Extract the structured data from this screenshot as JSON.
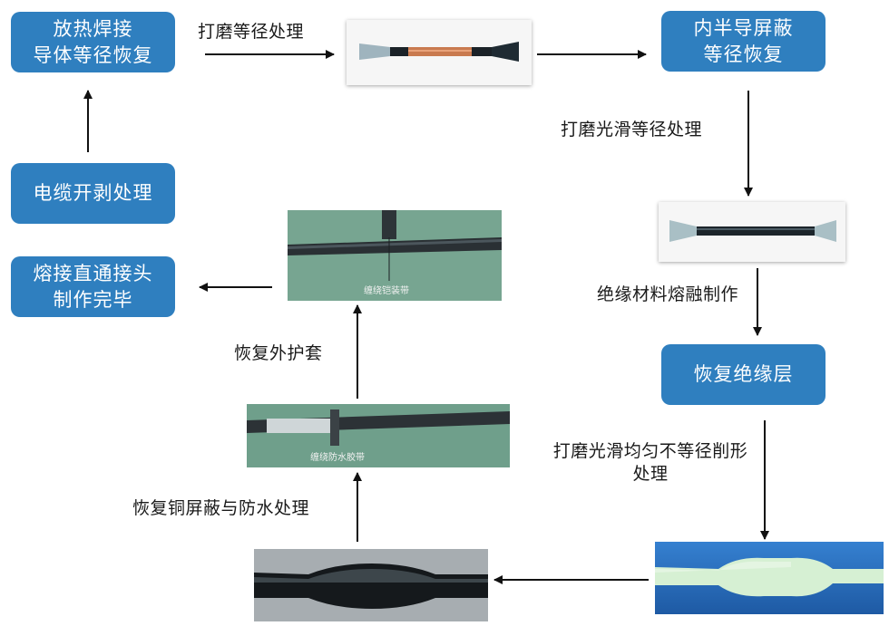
{
  "boxes": {
    "weld": "放热焊接\n导体等径恢复",
    "strip": "电缆开剥处理",
    "done": "熔接直通接头\n制作完毕",
    "semi": "内半导屏蔽\n等径恢复",
    "insul": "恢复绝缘层"
  },
  "steps": {
    "grind_equal": "打磨等径处理",
    "polish_equal": "打磨光滑等径处理",
    "melt": "绝缘材料熔融制作",
    "polish_taper": "打磨光滑均匀不等径削形\n处理",
    "copper_water": "恢复铜屏蔽与防水处理",
    "outer_sheath": "恢复外护套"
  },
  "captions": {
    "armor_tape": "缠绕铠装带",
    "waterproof_tape": "缠绕防水胶带"
  },
  "colors": {
    "box_fill": "#2f7fbf",
    "arrow": "#111111",
    "photo_green": "#6e9e8a"
  }
}
